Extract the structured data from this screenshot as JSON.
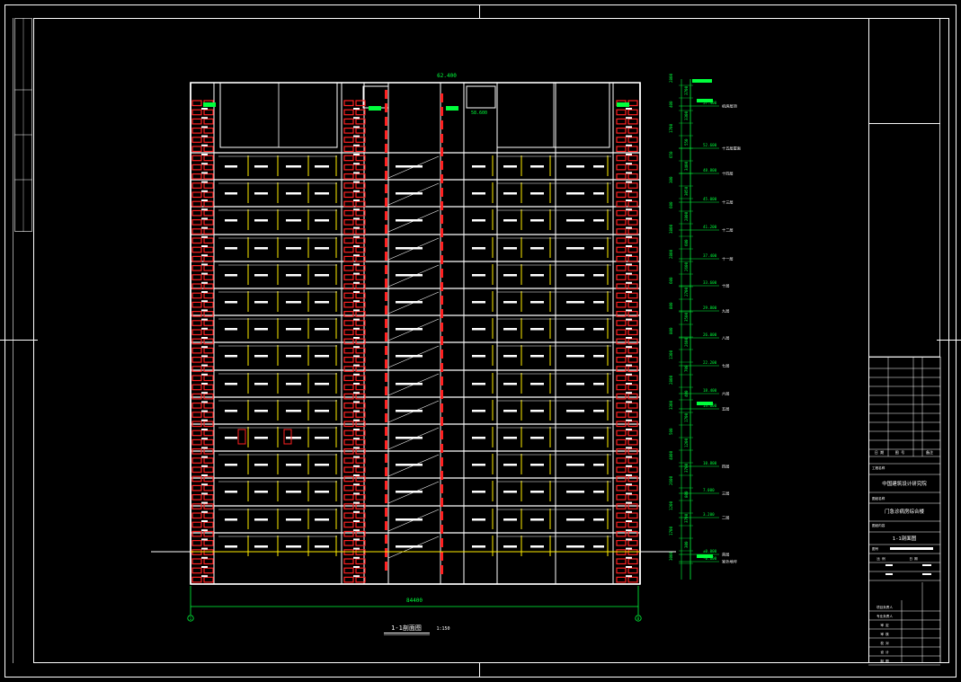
{
  "drawing": {
    "caption": "1-1剖面图",
    "scale": "1:150",
    "overall_dimension": "84400",
    "axis_left": "1",
    "axis_right": "8",
    "top_elevation": "62.400",
    "roof_elevation": "58.600"
  },
  "elevation_labels": [
    {
      "elev": "57.400",
      "floor": "机房层顶"
    },
    {
      "elev": "52.600",
      "floor": "十五层屋面"
    },
    {
      "elev": "48.800",
      "floor": "十四层"
    },
    {
      "elev": "45.000",
      "floor": "十三层"
    },
    {
      "elev": "41.200",
      "floor": "十二层"
    },
    {
      "elev": "37.400",
      "floor": "十一层"
    },
    {
      "elev": "33.600",
      "floor": "十层"
    },
    {
      "elev": "29.800",
      "floor": "九层"
    },
    {
      "elev": "26.000",
      "floor": "八层"
    },
    {
      "elev": "22.200",
      "floor": "七层"
    },
    {
      "elev": "18.400",
      "floor": "六层"
    },
    {
      "elev": "14.600",
      "floor": "五层"
    },
    {
      "elev": "10.800",
      "floor": "四层"
    },
    {
      "elev": "7.000",
      "floor": "三层"
    },
    {
      "elev": "3.200",
      "floor": "二层"
    },
    {
      "elev": "±0.000",
      "floor": "首层"
    },
    {
      "elev": "-0.600",
      "floor": "室外地坪"
    }
  ],
  "dimension_chain": [
    "2800",
    "3700",
    "400",
    "3300",
    "1700",
    "550",
    "650",
    "3400",
    "300",
    "3050",
    "600",
    "2800",
    "3800",
    "600",
    "2800",
    "2600",
    "600",
    "2700",
    "800",
    "3500",
    "800",
    "2600",
    "1300",
    "700",
    "2800",
    "400",
    "3300",
    "1700",
    "500",
    "1200",
    "4800",
    "3700",
    "2600",
    "800",
    "1200",
    "3700",
    "1700",
    "300",
    "3000"
  ],
  "title_block": {
    "row_a": [
      "日 期",
      "图 号",
      "备注"
    ],
    "project_label": "工程名称",
    "company": "中国建筑设计研究院",
    "drawing_label": "图纸名称",
    "building": "门急诊病房综合楼",
    "sheet_label": "图纸内容",
    "sheet_title": "1-1剖面图",
    "number_label": "图号",
    "scale_row": [
      "比 例",
      "日 期"
    ],
    "signatures": [
      "项目负责人",
      "专业负责人",
      "审 定",
      "审 核",
      "校 对",
      "设 计",
      "制 图"
    ]
  },
  "colors": {
    "line": "#ffffff",
    "window": "#ff2020",
    "column": "#ffee00",
    "annotation": "#00ff3c"
  }
}
